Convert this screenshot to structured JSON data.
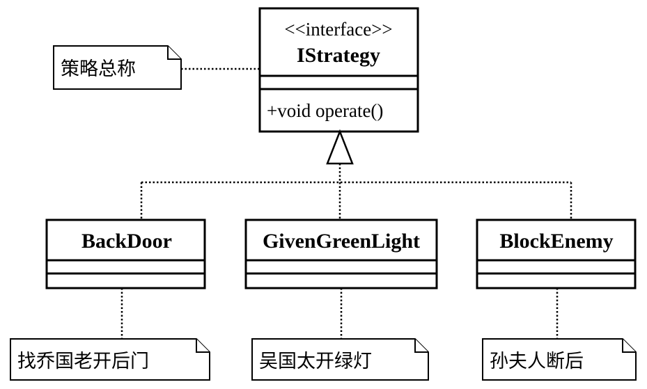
{
  "interface": {
    "stereotype": "<<interface>>",
    "name": "IStrategy",
    "operation": "+void operate()"
  },
  "classes": [
    {
      "name": "BackDoor",
      "note": "找乔国老开后门"
    },
    {
      "name": "GivenGreenLight",
      "note": "吴国太开绿灯"
    },
    {
      "name": "BlockEnemy",
      "note": "孙夫人断后"
    }
  ],
  "interface_note": "策略总称"
}
